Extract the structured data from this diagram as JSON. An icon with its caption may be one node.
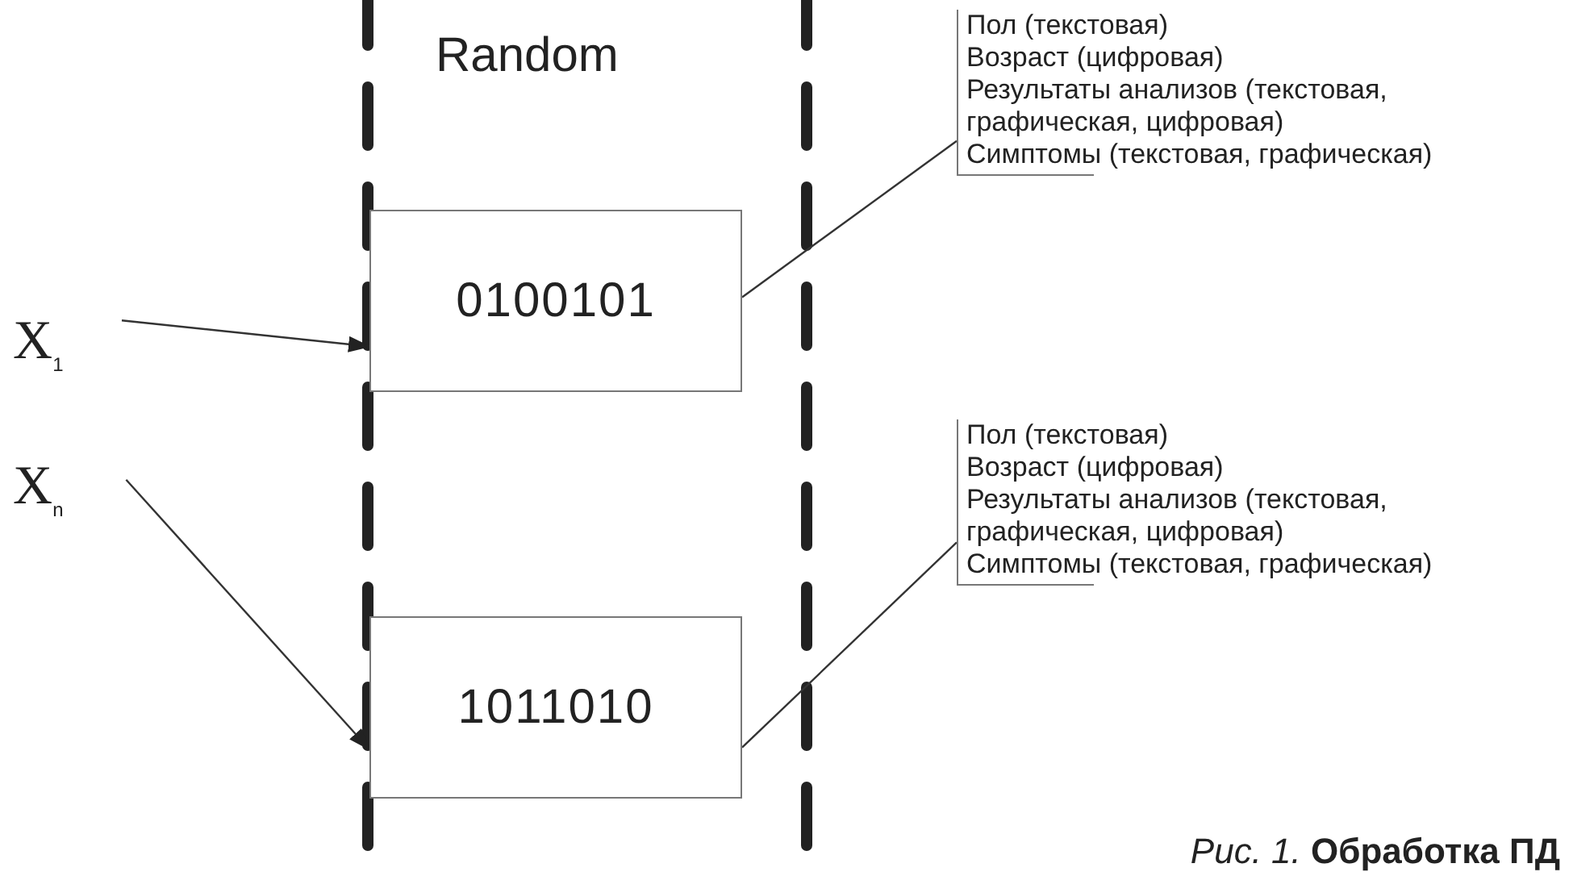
{
  "diagram": {
    "caption": "*Рис. 1.* **Обработка ПД**",
    "nodes": [
      {
        "text": [
          "X$_{1}$"
        ]
      },
      {
        "text": [
          "0100101"
        ]
      },
      {
        "text": [
          "Пол (текстовая)",
          "Возраст (цифровая)",
          "Результаты анализов (текстовая, графическая, цифровая)",
          "Симптомы (текстовая, графическая)"
        ]
      },
      {
        "text": [
          "X$_{n}$"
        ]
      },
      {
        "text": [
          "1011010"
        ]
      },
      {
        "text": [
          "Пол (текстовая)",
          "Возраст (цифровая)",
          "Результаты анализов (текстовая, графическая, цифровая)",
          "Симптомы (текстовая, графическая)"
        ]
      }
    ],
    "edges": [
      {
        "from": 0,
        "to": 1,
        "arrow": "to"
      },
      {
        "from": 1,
        "to": 2,
        "arrow": "none"
      },
      {
        "from": 3,
        "to": 4,
        "arrow": "to"
      },
      {
        "from": 4,
        "to": 5,
        "arrow": "none"
      }
    ],
    "labels": [
      "Random"
    ]
  }
}
